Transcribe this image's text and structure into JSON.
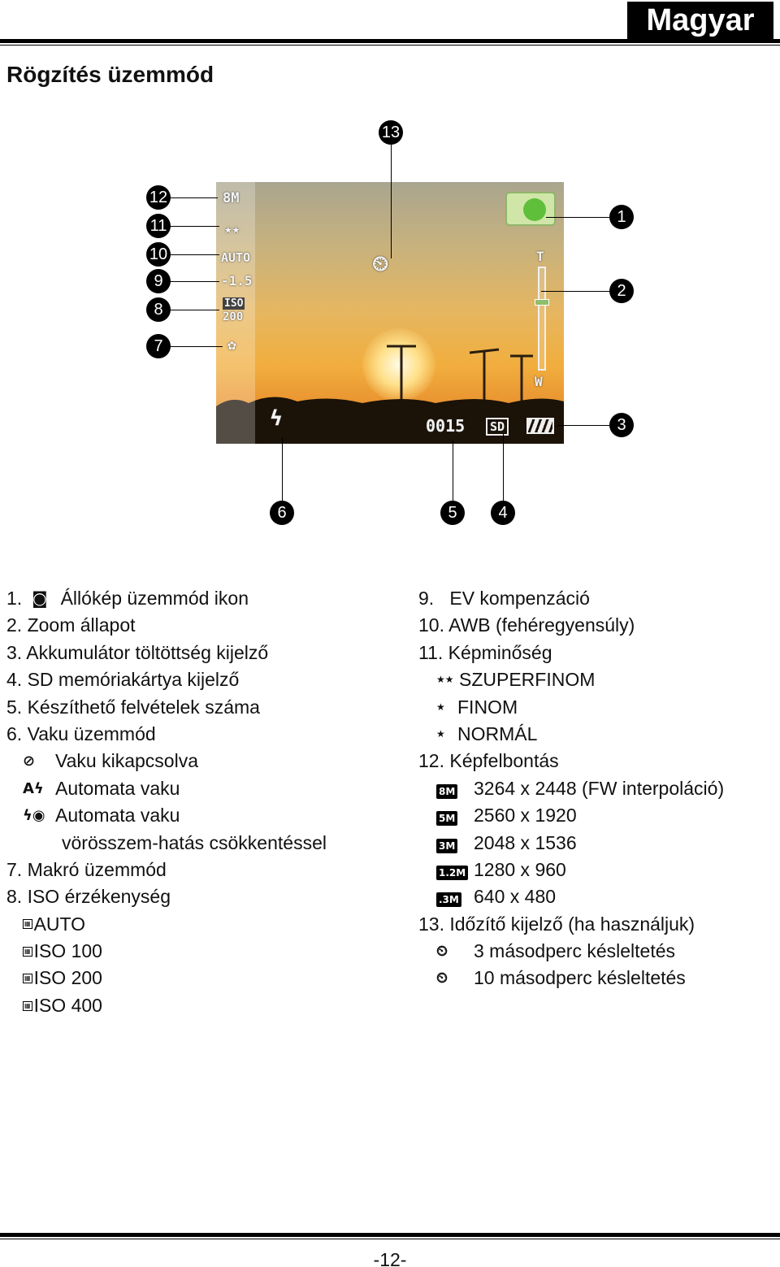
{
  "language_badge": "Magyar",
  "heading": "Rögzítés üzemmód",
  "screen": {
    "resolution": "8M",
    "ev": "-1.5",
    "wb": "AUTO",
    "iso_top": "ISO",
    "iso_bottom": "200",
    "shots": "0015",
    "zoom_t": "T",
    "zoom_w": "W",
    "card": "SD"
  },
  "callouts": [
    "1",
    "2",
    "3",
    "4",
    "5",
    "6",
    "7",
    "8",
    "9",
    "10",
    "11",
    "12",
    "13"
  ],
  "left_column": {
    "item1_num": "1.",
    "item1_text": "Állókép üzemmód ikon",
    "item2": "2. Zoom állapot",
    "item3": "3. Akkumulátor töltöttség kijelző",
    "item4": "4. SD memóriakártya kijelző",
    "item5": "5. Készíthető felvételek száma",
    "item6": "6. Vaku üzemmód",
    "flash_off": "Vaku kikapcsolva",
    "flash_auto": "Automata vaku",
    "flash_redeye_1": "Automata vaku",
    "flash_redeye_2": "vörösszem-hatás csökkentéssel",
    "item7": "7. Makró üzemmód",
    "item8": "8. ISO érzékenység",
    "iso_auto": "AUTO",
    "iso_100": "ISO 100",
    "iso_200": "ISO 200",
    "iso_400": "ISO 400"
  },
  "right_column": {
    "item9": "9.   EV kompenzáció",
    "item10": "10. AWB (fehéregyensúly)",
    "item11": "11. Képminőség",
    "q_superfine": "SZUPERFINOM",
    "q_fine": "FINOM",
    "q_normal": "NORMÁL",
    "item12": "12. Képfelbontás",
    "res": [
      {
        "icon": "8M",
        "text": "3264 x 2448 (FW interpoláció)"
      },
      {
        "icon": "5M",
        "text": "2560 x 1920"
      },
      {
        "icon": "3M",
        "text": "2048 x 1536"
      },
      {
        "icon": "1.2M",
        "text": "1280 x 960"
      },
      {
        "icon": ".3M",
        "text": "640 x 480"
      }
    ],
    "item13": "13. Időzítő kijelző (ha használjuk)",
    "timer_3": "3 másodperc késleltetés",
    "timer_10": "10 másodperc késleltetés"
  },
  "page_number": "-12-"
}
